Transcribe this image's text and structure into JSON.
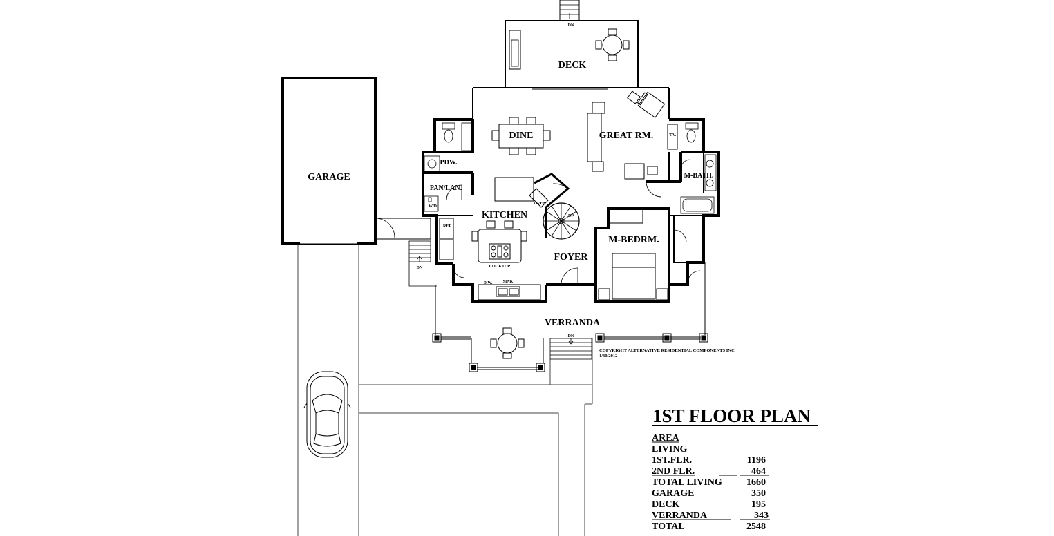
{
  "rooms": {
    "deck": "DECK",
    "garage": "GARAGE",
    "dine": "DINE",
    "great_room": "GREAT RM.",
    "powder": "PDW.",
    "pantry_laundry": "PAN/LAN.",
    "kitchen": "KITCHEN",
    "master_bath": "M-BATH.",
    "master_bedroom": "M-BEDRM.",
    "foyer": "FOYER",
    "verranda": "VERRANDA"
  },
  "fixtures": {
    "tv": "T.V.",
    "washer_dryer": "W/D",
    "oven": "OVEN",
    "refrigerator": "REF",
    "cooktop": "COOKTOP",
    "dishwasher": "D.W.",
    "sink": "SINK",
    "stair_up": "UP",
    "stair_down_deck": "DN",
    "stair_down_side": "DN",
    "stair_down_front": "DN"
  },
  "copyright": {
    "line1": "COPYRIGHT ALTERNATIVE RESIDENTIAL COMPONENTS INC.",
    "line2": "1/30/2012"
  },
  "plan_title": "1ST FLOOR PLAN",
  "area_table": {
    "heading": "AREA",
    "subheading": "LIVING",
    "rows": [
      {
        "label": "1ST.FLR.",
        "value": "1196"
      },
      {
        "label": "2ND FLR.",
        "value": "464"
      },
      {
        "label": "TOTAL LIVING",
        "value": "1660"
      },
      {
        "label": "GARAGE",
        "value": "350"
      },
      {
        "label": "DECK",
        "value": "195"
      },
      {
        "label": "VERRANDA",
        "value": "343"
      },
      {
        "label": "TOTAL",
        "value": "2548"
      }
    ]
  }
}
